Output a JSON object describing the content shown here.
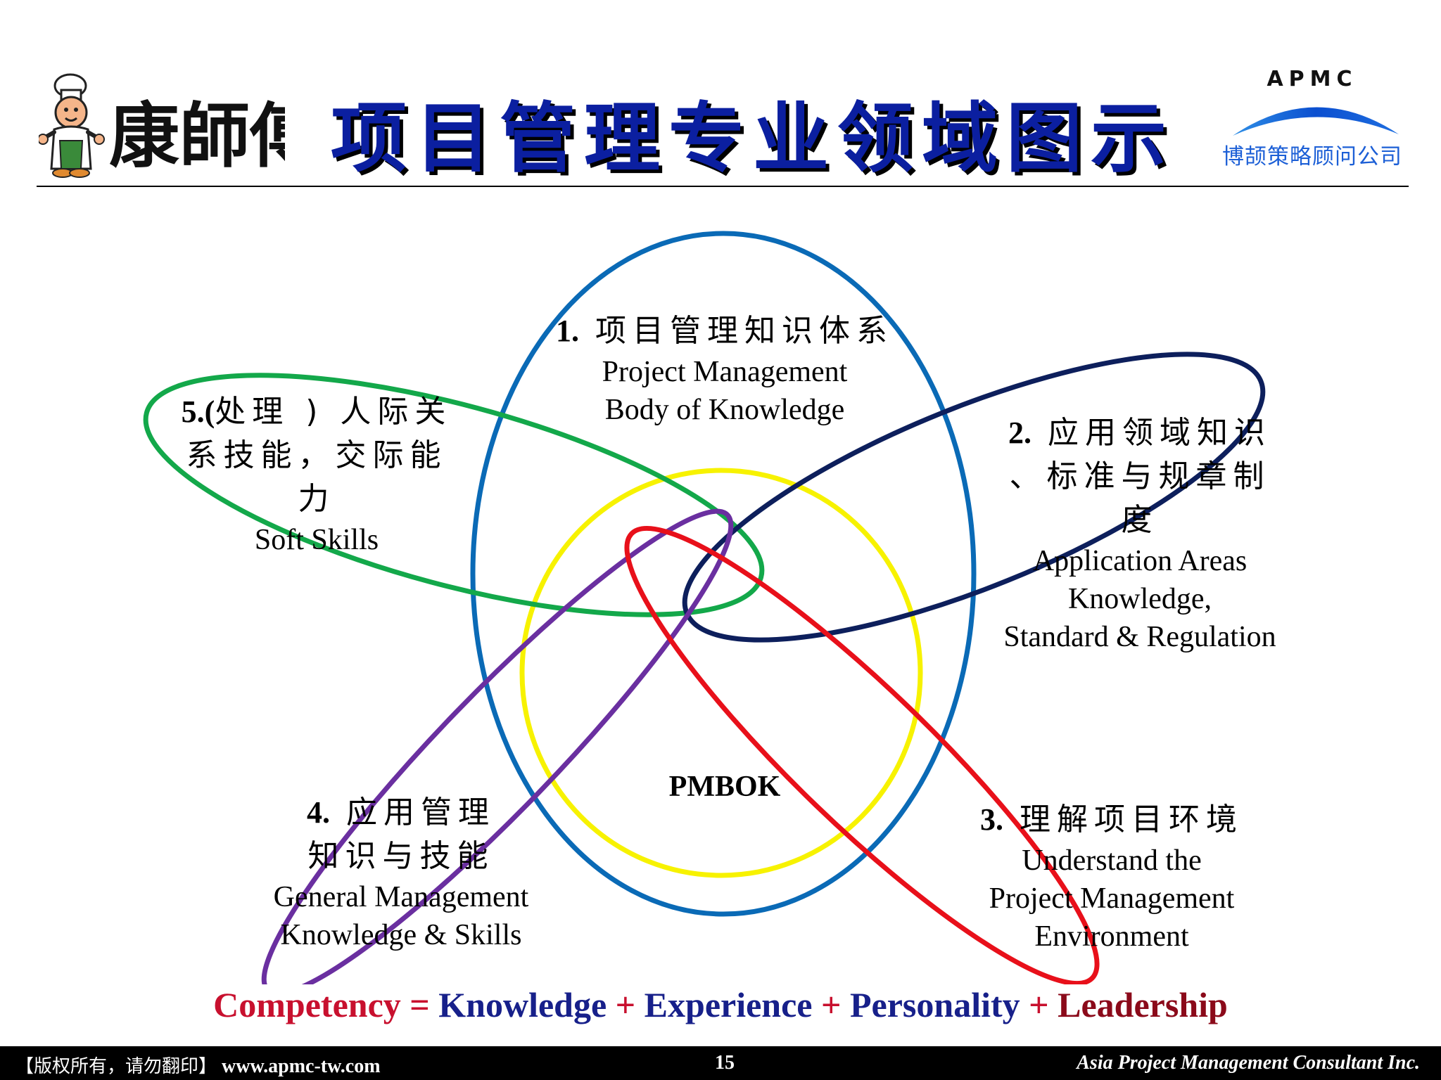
{
  "header": {
    "brand_logo_text": "康師傅",
    "title": "项目管理专业领域图示",
    "apmc_word": "APMC",
    "apmc_company": "博颉策略顾问公司"
  },
  "areas": [
    {
      "id": 1,
      "num": "1.",
      "cn": "项目管理知识体系",
      "en": [
        "Project Management",
        "Body of Knowledge"
      ],
      "color": "#0a6ab6"
    },
    {
      "id": 2,
      "num": "2.",
      "cn": [
        "应用领域知识",
        "、标准与规章制",
        "度"
      ],
      "en": [
        "Application Areas",
        "Knowledge,",
        "Standard & Regulation"
      ],
      "color": "#0d1f5c"
    },
    {
      "id": 3,
      "num": "3.",
      "cn": "理解项目环境",
      "en": [
        "Understand the",
        "Project Management",
        "Environment"
      ],
      "color": "#e8101a"
    },
    {
      "id": 4,
      "num": "4.",
      "cn": [
        "应用管理",
        "知识与技能"
      ],
      "en": [
        "General Management",
        "Knowledge & Skills"
      ],
      "color": "#6a2fa0"
    },
    {
      "id": 5,
      "num": "5.(",
      "cn": [
        "处理 ) 人际关",
        "系技能，交际能",
        "力"
      ],
      "en": [
        "Soft Skills"
      ],
      "color": "#13a84a"
    }
  ],
  "center": {
    "label": "PMBOK",
    "color": "#f7f200"
  },
  "competency": {
    "lhs": "Competency",
    "eq": " = ",
    "terms": [
      "Knowledge",
      "Experience",
      "Personality",
      "Leadership"
    ],
    "plus": " + "
  },
  "footer": {
    "copyright": "【版权所有，请勿翻印】",
    "url": "www.apmc-tw.com",
    "page": "15",
    "company": "Asia Project Management Consultant Inc."
  }
}
